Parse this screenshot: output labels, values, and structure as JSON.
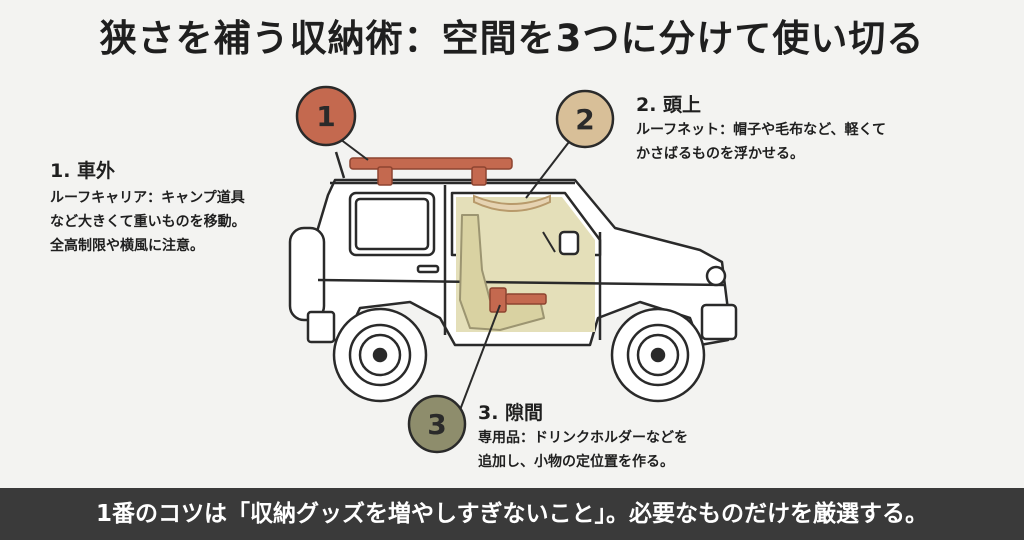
{
  "title": "狭さを補う収納術：空間を3つに分けて使い切る",
  "sections": [
    {
      "number": "1",
      "heading": "1. 車外",
      "lines": [
        "ルーフキャリア：キャンプ道具",
        "など大きくて重いものを移動。",
        "全高制限や横風に注意。"
      ],
      "color": "#c4694f"
    },
    {
      "number": "2",
      "heading": "2. 頭上",
      "lines": [
        "ルーフネット：帽子や毛布など、軽くて",
        "かさばるものを浮かせる。"
      ],
      "color": "#d8bf98"
    },
    {
      "number": "3",
      "heading": "3. 隙間",
      "lines": [
        "専用品：ドリンクホルダーなどを",
        "追加し、小物の定位置を作る。"
      ],
      "color": "#8e8d6c"
    }
  ],
  "footer": "1番のコツは「収納グッズを増やしすぎないこと」。必要なものだけを厳選する。"
}
